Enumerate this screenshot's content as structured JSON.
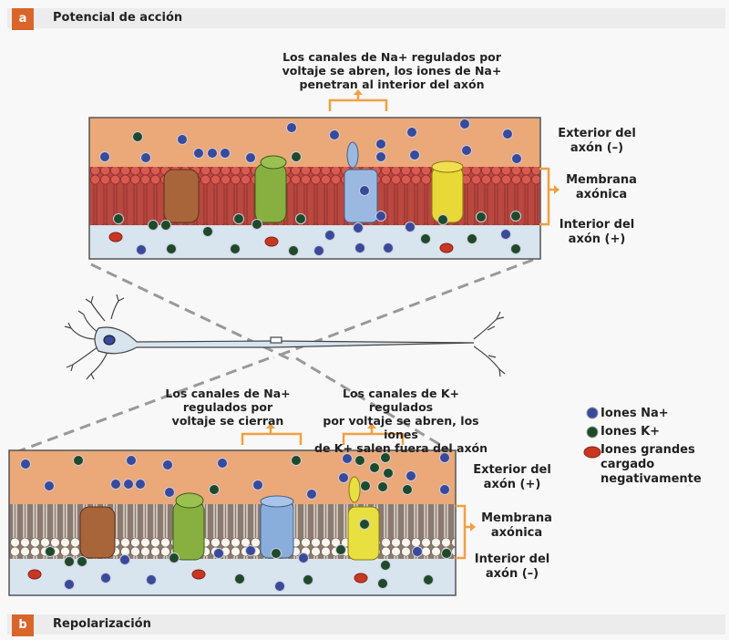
{
  "panel_a": {
    "badge": "a",
    "title": "Potencial de acción",
    "annotation": [
      "Los canales de Na+ regulados por",
      "voltaje se abren, los iones de Na+",
      "penetran al interior del axón"
    ],
    "exterior_label": [
      "Exterior del",
      "axón (–)"
    ],
    "membrane_label": [
      "Membrana",
      "axónica"
    ],
    "interior_label": [
      "Interior del",
      "axón (+)"
    ]
  },
  "panel_b": {
    "badge": "b",
    "title": "Repolarización",
    "annotation_na": [
      "Los canales de Na+",
      "regulados por",
      "voltaje se cierran"
    ],
    "annotation_k": [
      "Los canales de K+ regulados",
      "por voltaje se abren, los iones",
      "de K+ salen fuera del axón"
    ],
    "exterior_label": [
      "Exterior del",
      "axón (+)"
    ],
    "membrane_label": [
      "Membrana",
      "axónica"
    ],
    "interior_label": [
      "Interior del",
      "axón (–)"
    ]
  },
  "legend": {
    "items": [
      {
        "icon": "sodium-ion-icon",
        "label": "Iones Na+"
      },
      {
        "icon": "potassium-ion-icon",
        "label": "Iones K+"
      },
      {
        "icon": "negative-ion-icon",
        "label": "Iones grandes cargado negativamente",
        "lines": [
          "Iones grandes",
          "cargado",
          "negativamente"
        ]
      }
    ]
  },
  "colors": {
    "accent": "#d9652a",
    "bracket": "#f0a040",
    "exterior": "#eba878",
    "interior": "#d8e4ee",
    "membrane_a": "#c85048",
    "sodium": "#3a4a9a",
    "potassium": "#1f4a2a",
    "anion": "#c83820",
    "channel_brown": "#a8653a",
    "channel_green": "#88b040",
    "channel_blue": "#8aaedc",
    "channel_yellow": "#e8d838"
  }
}
